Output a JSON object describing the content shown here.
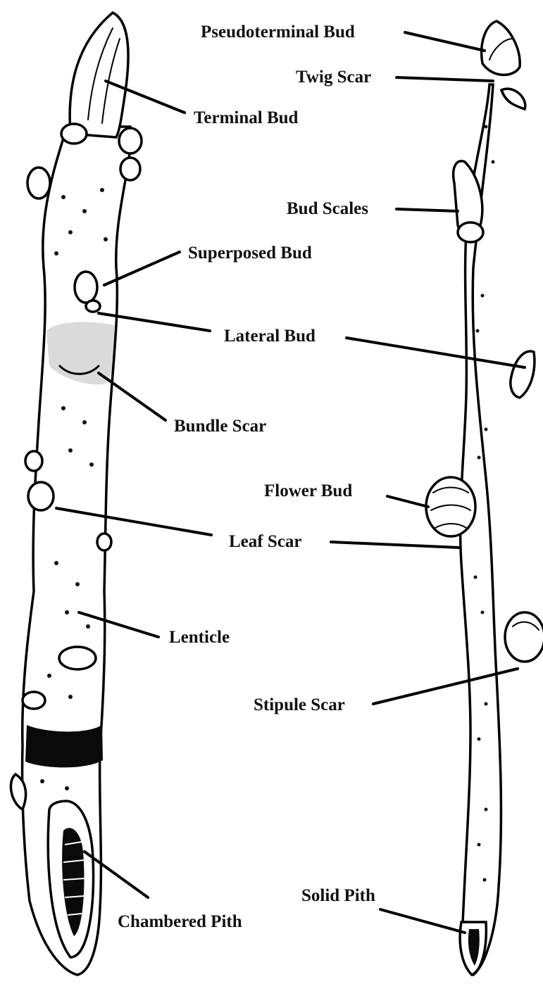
{
  "labels": {
    "pseudoterminal_bud": "Pseudoterminal Bud",
    "twig_scar": "Twig Scar",
    "terminal_bud": "Terminal Bud",
    "bud_scales": "Bud Scales",
    "superposed_bud": "Superposed Bud",
    "lateral_bud": "Lateral Bud",
    "bundle_scar": "Bundle Scar",
    "flower_bud": "Flower Bud",
    "leaf_scar": "Leaf Scar",
    "lenticle": "Lenticle",
    "stipule_scar": "Stipule Scar",
    "solid_pith": "Solid Pith",
    "chambered_pith": "Chambered Pith"
  }
}
